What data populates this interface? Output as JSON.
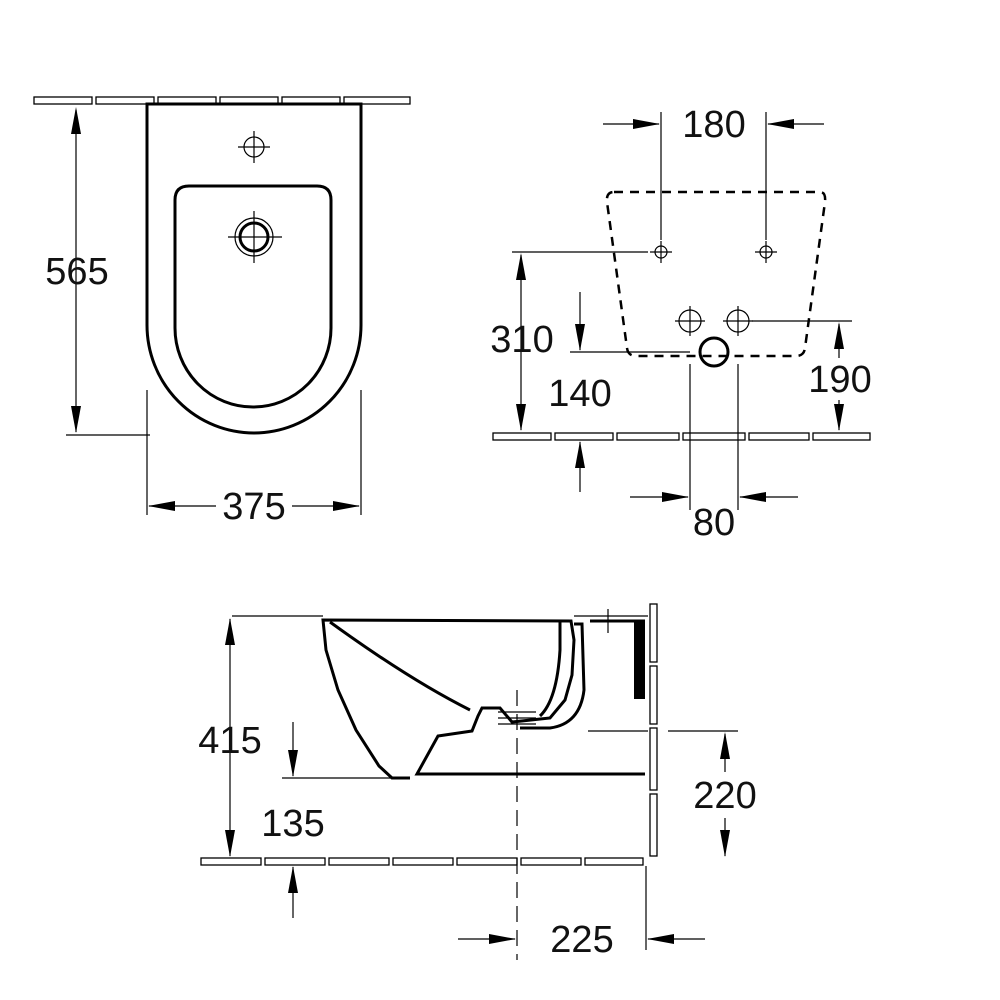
{
  "drawing": {
    "top_view": {
      "depth_label": "565",
      "width_label": "375"
    },
    "connection_view": {
      "bolt_spacing_label": "180",
      "bolt_height_label": "310",
      "water_inlet_height_label": "140",
      "waste_height_label": "190",
      "waste_spacing_label": "80"
    },
    "side_view": {
      "height_label": "415",
      "foot_height_label": "135",
      "outlet_height_label": "220",
      "outlet_distance_label": "225"
    }
  }
}
